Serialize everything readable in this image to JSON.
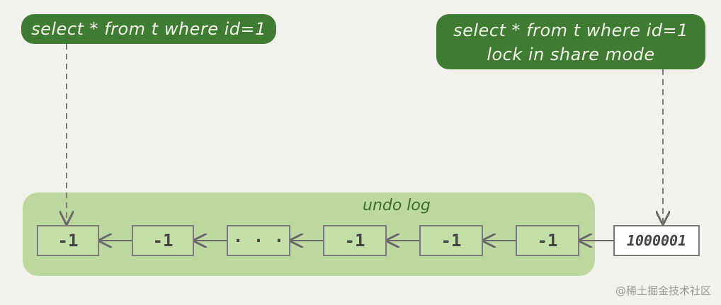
{
  "query_left": "select * from t where id=1",
  "query_right": {
    "line1": "select * from t where id=1",
    "line2": "lock in share mode"
  },
  "undo_log_label": "undo log",
  "versions": [
    "-1",
    "-1",
    "· · ·",
    "-1",
    "-1",
    "-1"
  ],
  "current_version": "1000001",
  "watermark": "@稀土掘金技术社区",
  "colors": {
    "bubble": "#3f7b33",
    "undo_area": "#bdd89f",
    "box_border": "#7a7a7a"
  }
}
